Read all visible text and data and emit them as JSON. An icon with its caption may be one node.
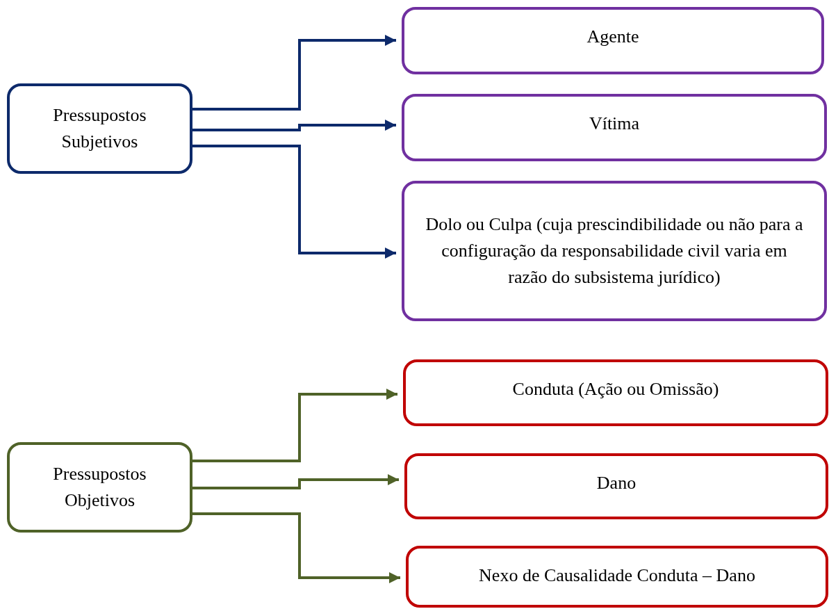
{
  "diagram": {
    "nodes": [
      {
        "text": [
          "Pressupostos Subjetivos"
        ]
      },
      {
        "text": [
          "Agente"
        ]
      },
      {
        "text": [
          "Vítima"
        ]
      },
      {
        "text": [
          "Dolo ou Culpa (cuja prescindibilidade ou não para a configuração da responsabilidade civil varia em razão do subsistema jurídico)"
        ]
      },
      {
        "text": [
          "Pressupostos Objetivos"
        ]
      },
      {
        "text": [
          "Conduta (Ação ou Omissão)"
        ]
      },
      {
        "text": [
          "Dano"
        ]
      },
      {
        "text": [
          "Nexo de Causalidade Conduta – Dano"
        ]
      }
    ],
    "edges": [
      {
        "from": 0,
        "to": 1,
        "arrow": "to",
        "color": "#0d2a6b"
      },
      {
        "from": 0,
        "to": 2,
        "arrow": "to",
        "color": "#0d2a6b"
      },
      {
        "from": 0,
        "to": 3,
        "arrow": "to",
        "color": "#0d2a6b"
      },
      {
        "from": 4,
        "to": 5,
        "arrow": "to",
        "color": "#4f6228"
      },
      {
        "from": 4,
        "to": 6,
        "arrow": "to",
        "color": "#4f6228"
      },
      {
        "from": 4,
        "to": 7,
        "arrow": "to",
        "color": "#4f6228"
      }
    ]
  }
}
